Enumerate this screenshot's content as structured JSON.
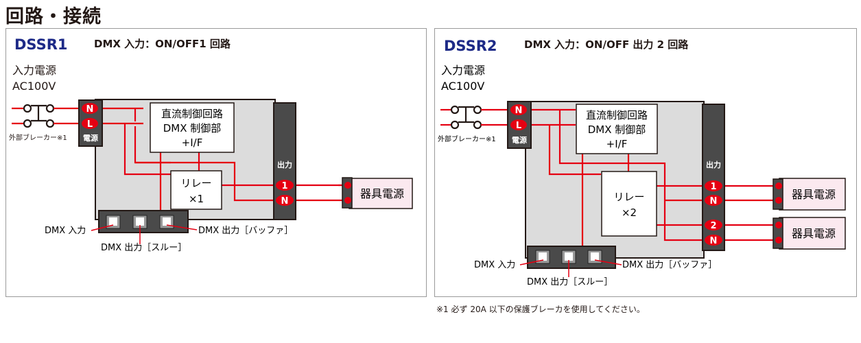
{
  "page_title": "回路・接続",
  "colors": {
    "wire": "#e50012",
    "model": "#1d2a87",
    "terminal_block": "#4a4a4a",
    "device_body": "#dcdcdc",
    "load_box": "#fbe9ef"
  },
  "panels": [
    {
      "model": "DSSR1",
      "description": "DMX 入力：ON/OFF1 回路",
      "input_label_1": "入力電源",
      "input_label_2": "AC100V",
      "breaker_label": "外部ブレーカー※1",
      "power_terminal_label": "電源",
      "power_terminals": [
        "N",
        "L"
      ],
      "control_box": [
        "直流制御回路",
        "DMX 制御部",
        "+I/F"
      ],
      "relay_box": [
        "リレー",
        "×1"
      ],
      "output_label": "出力",
      "output_terminals": [
        "1",
        "N"
      ],
      "loads": [
        "器具電源"
      ],
      "dmx_in": "DMX 入力",
      "dmx_thru": "DMX 出力［スルー］",
      "dmx_buffer": "DMX 出力［バッファ］"
    },
    {
      "model": "DSSR2",
      "description": "DMX 入力：ON/OFF 出力 2 回路",
      "input_label_1": "入力電源",
      "input_label_2": "AC100V",
      "breaker_label": "外部ブレーカー※1",
      "power_terminal_label": "電源",
      "power_terminals": [
        "N",
        "L"
      ],
      "control_box": [
        "直流制御回路",
        "DMX 制御部",
        "+I/F"
      ],
      "relay_box": [
        "リレー",
        "×2"
      ],
      "output_label": "出力",
      "output_terminals": [
        "1",
        "N",
        "2",
        "N"
      ],
      "loads": [
        "器具電源",
        "器具電源"
      ],
      "dmx_in": "DMX 入力",
      "dmx_thru": "DMX 出力［スルー］",
      "dmx_buffer": "DMX 出力［バッファ］"
    }
  ],
  "footnote": "※1 必ず 20A 以下の保護ブレーカを使用してください。"
}
